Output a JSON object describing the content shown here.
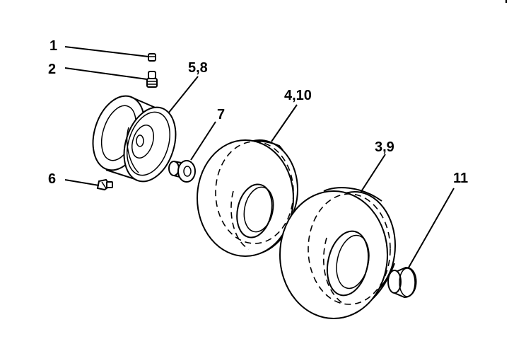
{
  "callouts": {
    "c1": "1",
    "c2": "2",
    "c58": "5,8",
    "c7": "7",
    "c6": "6",
    "c410": "4,10",
    "c39": "3,9",
    "c11": "11"
  },
  "parts": [
    {
      "ref": "1",
      "icon": "valve-cap-icon"
    },
    {
      "ref": "2",
      "icon": "valve-stem-icon"
    },
    {
      "ref": "5,8",
      "icon": "wheel-rim-icon"
    },
    {
      "ref": "6",
      "icon": "grease-fitting-icon"
    },
    {
      "ref": "7",
      "icon": "bushing-icon"
    },
    {
      "ref": "4,10",
      "icon": "front-tire-icon"
    },
    {
      "ref": "3,9",
      "icon": "tire-icon"
    },
    {
      "ref": "11",
      "icon": "hub-cap-icon"
    }
  ]
}
